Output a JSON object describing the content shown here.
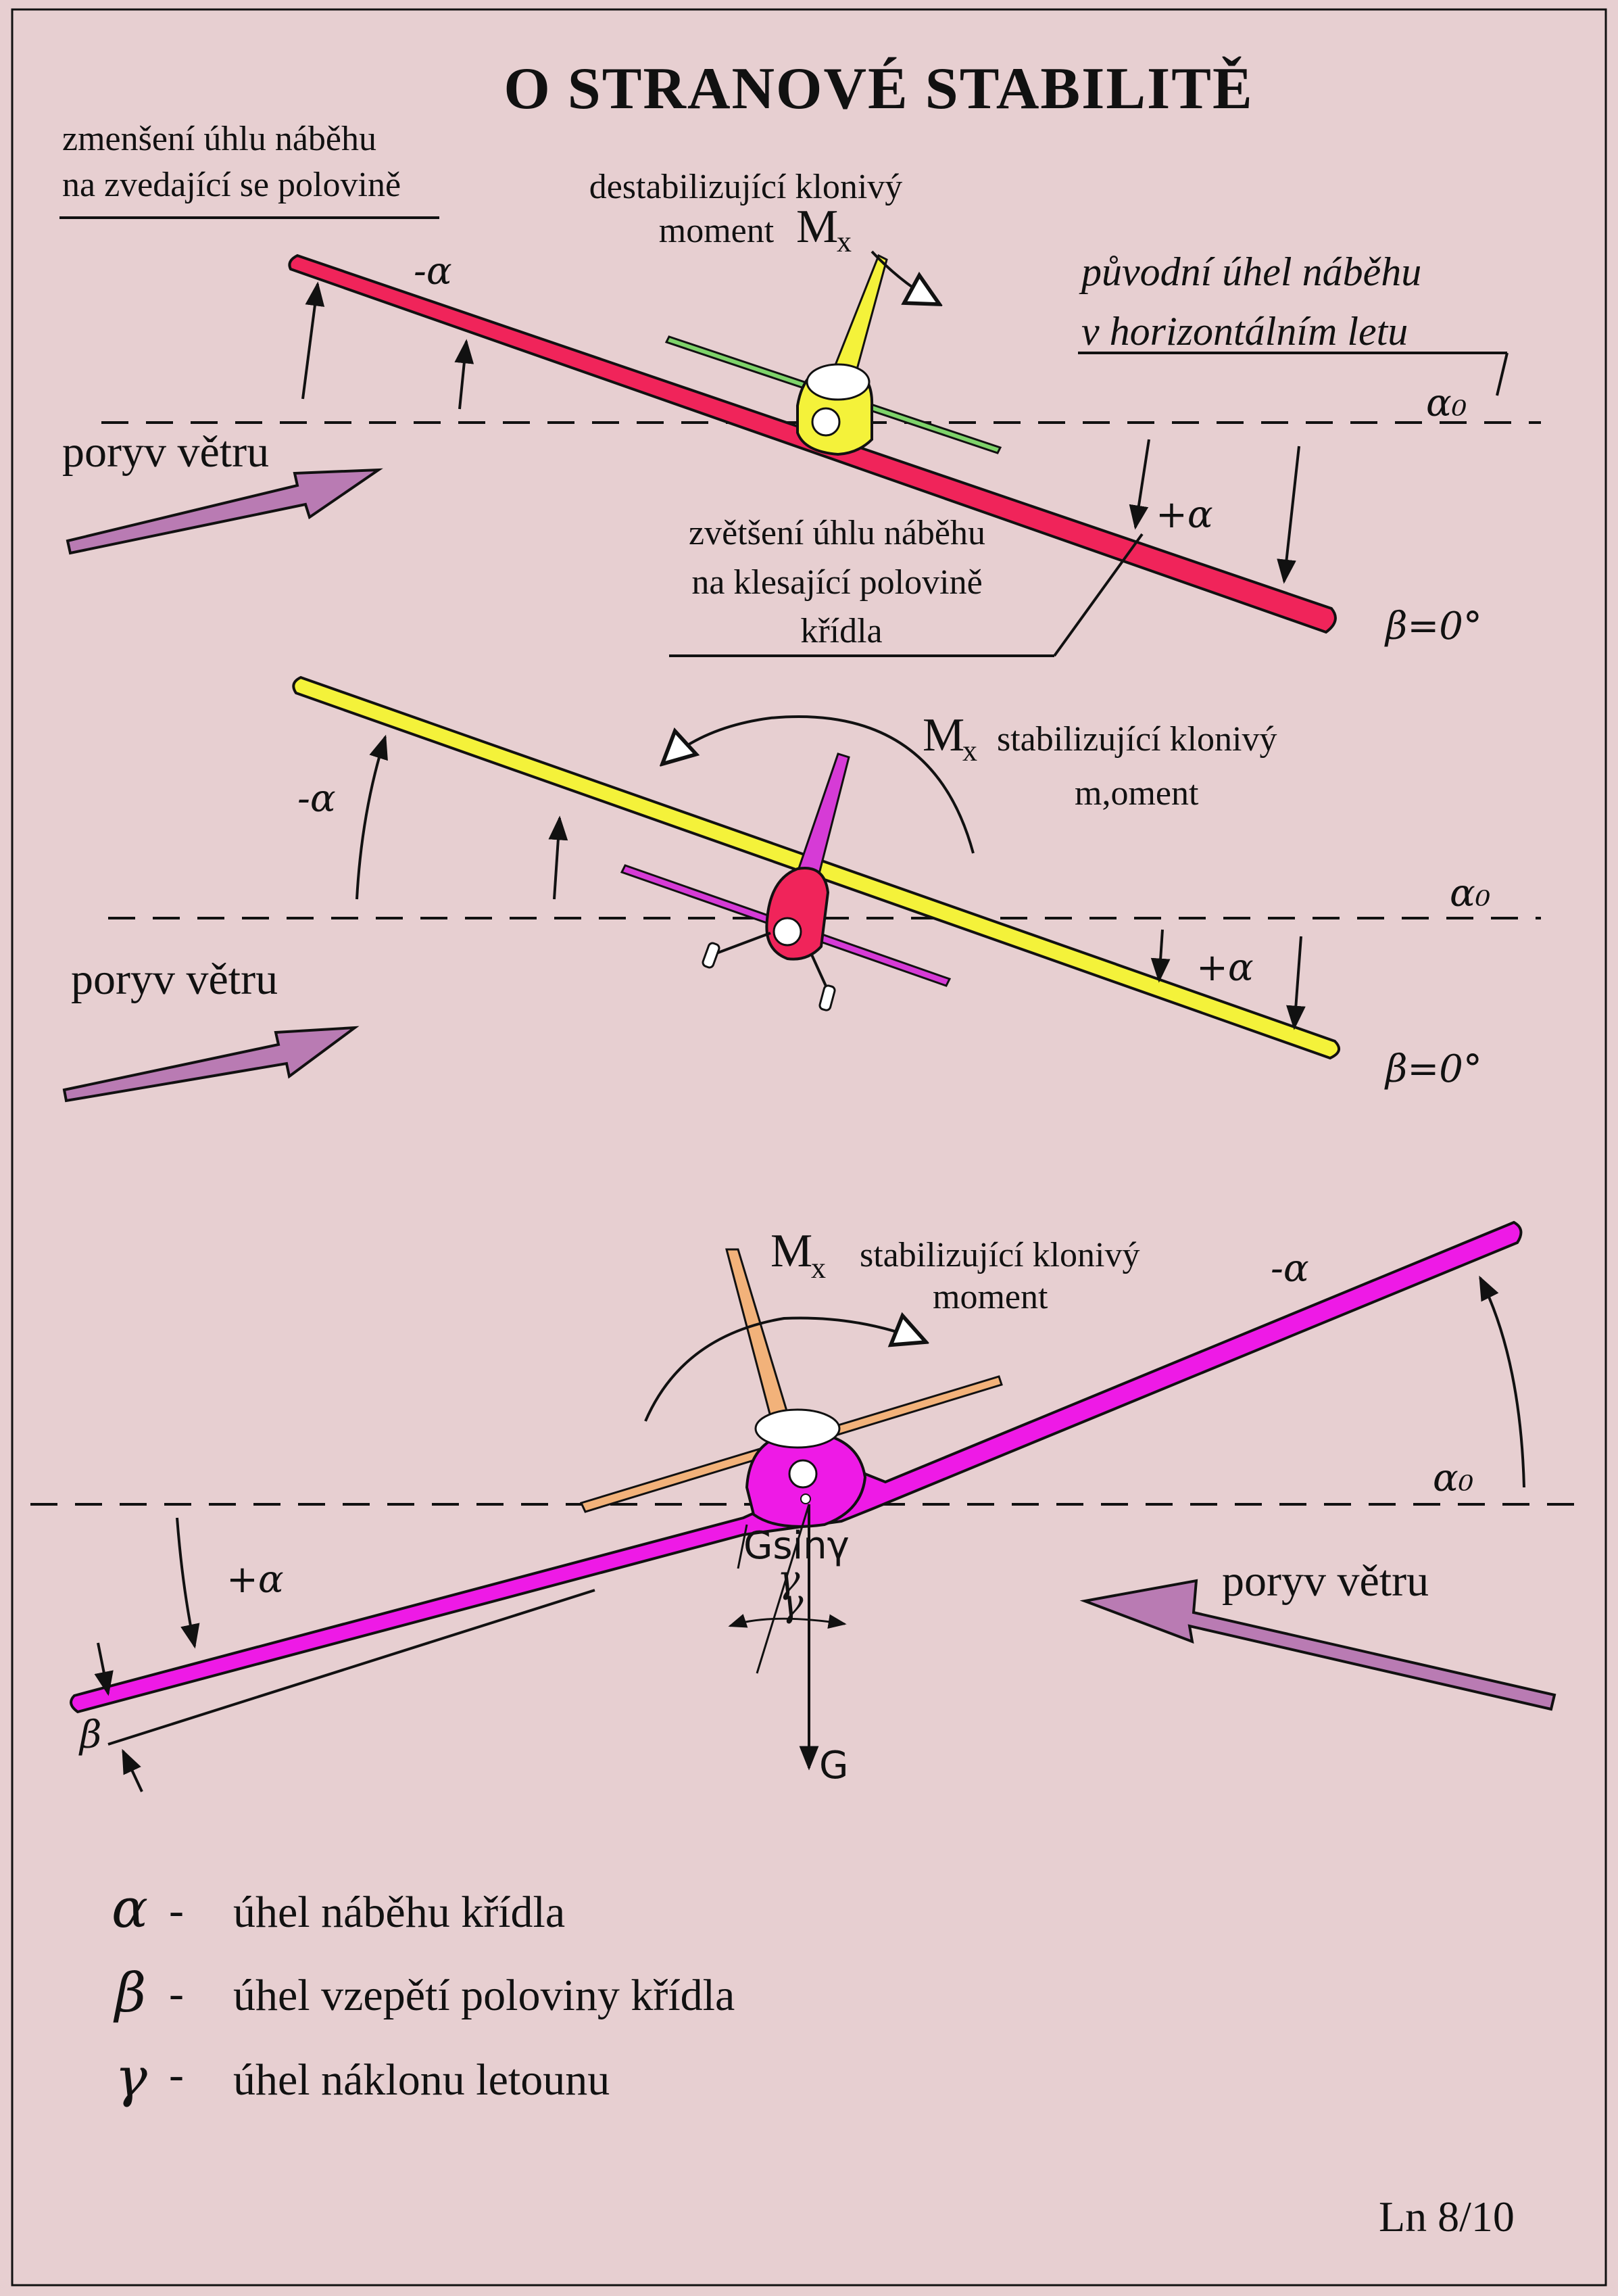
{
  "title": "O  STRANOVÉ  STABILITĚ",
  "page_number": "Ln 8/10",
  "panel1": {
    "label_decrease": [
      "zmenšení úhlu náběhu",
      "na zvedající se polovině"
    ],
    "label_destab": [
      "destabilizující klonivý",
      "moment"
    ],
    "moment_symbol": "M",
    "moment_sub": "x",
    "label_original": [
      "původní úhel náběhu",
      "v horizontálním letu"
    ],
    "label_increase": [
      "zvětšení úhlu náběhu",
      "na klesající polovině",
      "křídla"
    ],
    "gust": "poryv větru",
    "minus_alpha": "-α",
    "plus_alpha": "+α",
    "alpha0": "α₀",
    "beta": "β=0°"
  },
  "panel2": {
    "moment_symbol": "M",
    "moment_sub": "x",
    "label_stab": [
      "stabilizující klonivý",
      "m,oment"
    ],
    "gust": "poryv větru",
    "minus_alpha": "-α",
    "plus_alpha": "+α",
    "alpha0": "α₀",
    "beta": "β=0°"
  },
  "panel3": {
    "moment_symbol": "M",
    "moment_sub": "x",
    "label_stab": [
      "stabilizující klonivý",
      "moment"
    ],
    "gust": "poryv  větru",
    "minus_alpha": "-α",
    "plus_alpha": "+α",
    "alpha0": "α₀",
    "beta": "β",
    "gsin": "Gsinγ",
    "gamma": "γ",
    "weight": "G"
  },
  "legend": [
    {
      "symbol": "α",
      "dash": "-",
      "text": "úhel náběhu křídla"
    },
    {
      "symbol": "β",
      "dash": "-",
      "text": "úhel vzepětí poloviny křídla"
    },
    {
      "symbol": "γ",
      "dash": "-",
      "text": "úhel náklonu letounu"
    }
  ],
  "colors": {
    "background": "#e7cfd1",
    "wing_red": "#f0245a",
    "wing_yellow": "#f4f23a",
    "wing_magenta": "#ee1ae6",
    "tail_green": "#7ed36a",
    "tail_purple": "#d63bd6",
    "tail_orange": "#f2b27a",
    "gust_arrow": "#b97bb3"
  }
}
